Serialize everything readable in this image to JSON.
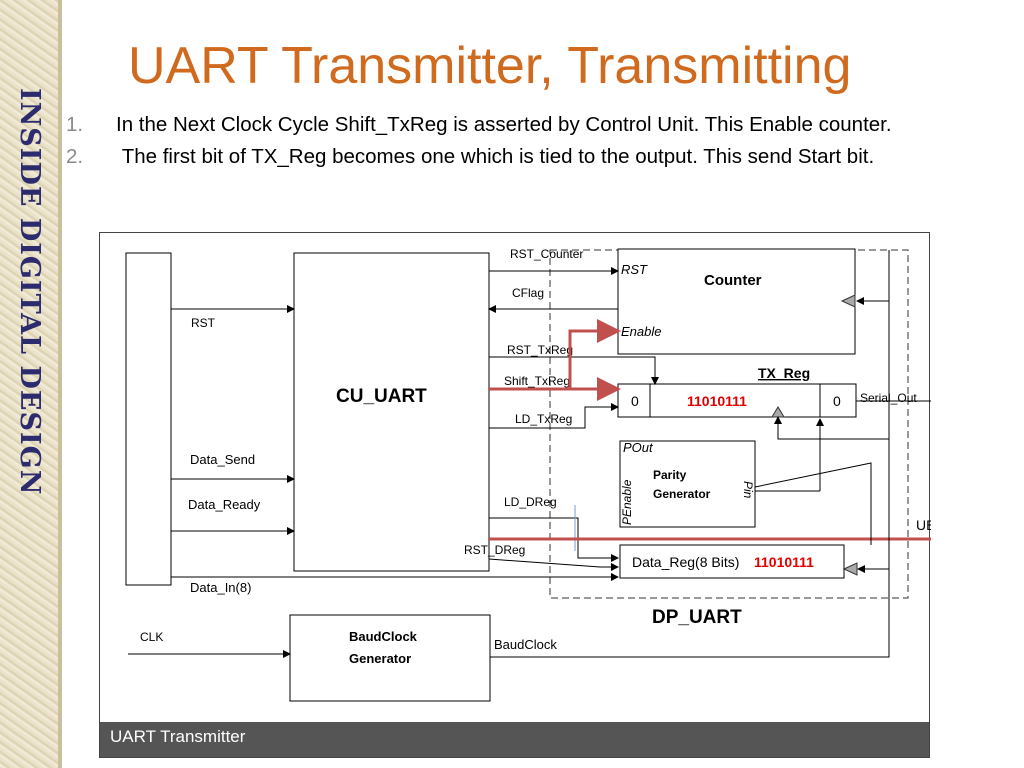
{
  "sidebar": {
    "text": "INSIDE DIGITAL DESIGN"
  },
  "slide": {
    "title": "UART Transmitter, Transmitting",
    "bullets": [
      {
        "num": "1.",
        "text": "In the Next Clock Cycle Shift_TxReg is asserted by Control Unit. This Enable counter."
      },
      {
        "num": "2.",
        "text": " The first bit of TX_Reg becomes one which is tied to the output. This send Start bit."
      }
    ]
  },
  "diagram": {
    "blocks": {
      "cu": "CU_UART",
      "counter": "Counter",
      "txreg": "TX_Reg",
      "parity_l1": "Parity",
      "parity_l2": "Generator",
      "datareg": "Data_Reg(8 Bits)",
      "baud_l1": "BaudClock",
      "baud_l2": "Generator",
      "dp": "DP_UART"
    },
    "signals": {
      "rst": "RST",
      "data_send": "Data_Send",
      "data_ready": "Data_Ready",
      "data_in": "Data_In(8)",
      "clk": "CLK",
      "rst_counter": "RST_Counter",
      "cflag": "CFlag",
      "rst_txreg": "RST_TxReg",
      "shift_txreg": "Shift_TxReg",
      "ld_txreg": "LD_TxReg",
      "ld_dreg": "LD_DReg",
      "rst_dreg": "RST_DReg",
      "baudclock": "BaudClock",
      "serial_out": "Serial_Out",
      "ubusy": "UBusy",
      "out_val": "0"
    },
    "ports": {
      "rst": "RST",
      "enable": "Enable",
      "pout": "POut",
      "penable": "PEnable",
      "pin": "Pin"
    },
    "values": {
      "tx_left": "0",
      "tx_bits": "11010111",
      "tx_right": "0",
      "dreg_bits": "11010111"
    },
    "caption": "UART Transmitter"
  },
  "colors": {
    "title": "#d06a1e",
    "highlight": "#c0504d",
    "bits": "#e00000",
    "sidebar_text": "#2b2b6e"
  }
}
